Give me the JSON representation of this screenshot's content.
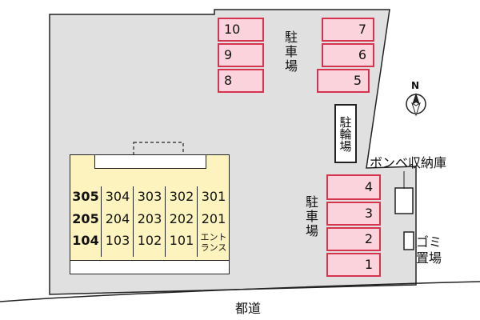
{
  "parking_north": {
    "label": "駐車場",
    "left_slots": [
      "10",
      "9",
      "8"
    ],
    "right_slots": [
      "7",
      "6",
      "5"
    ]
  },
  "parking_south": {
    "label": "駐車場",
    "slots": [
      "4",
      "3",
      "2",
      "1"
    ]
  },
  "bicycle_parking": {
    "label": "駐輪場"
  },
  "gas_storage": {
    "label": "ボンベ収納庫"
  },
  "garbage": {
    "label": "ゴミ置場"
  },
  "road": {
    "label": "都道"
  },
  "compass": {
    "label": "N"
  },
  "building": {
    "units": [
      [
        "305",
        "304",
        "303",
        "302",
        "301"
      ],
      [
        "205",
        "204",
        "203",
        "202",
        "201"
      ],
      [
        "104",
        "103",
        "102",
        "101"
      ]
    ],
    "entrance": "エントランス"
  },
  "colors": {
    "parking_fill": "#fbd3dc",
    "parking_border": "#d6334f",
    "lot_fill": "#e0e0e0",
    "building_fill": "#fdf3be"
  }
}
